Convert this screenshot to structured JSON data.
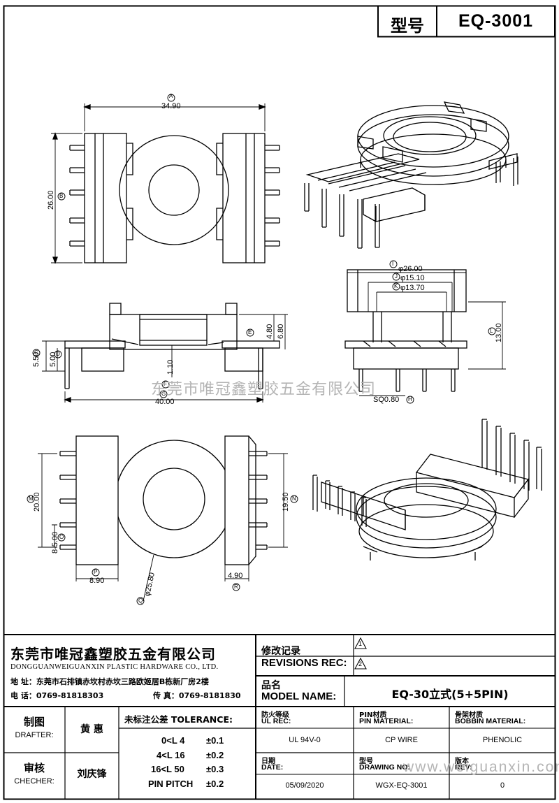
{
  "header": {
    "label_xinghao": "型号",
    "model_code": "EQ-3001"
  },
  "dimensions": {
    "A": "A",
    "v_A": "34.90",
    "B": "B",
    "v_B": "26.00",
    "C": "C",
    "v_C": "5.50",
    "D": "D",
    "v_D": "5.00",
    "E": "E",
    "v_E1": "4.80",
    "v_E2": "6.80",
    "F": "F",
    "v_F": "1.10",
    "G": "G",
    "v_G": "40.00",
    "H": "H",
    "v_H": "SQ0.80",
    "I": "I",
    "v_I": "φ26.00",
    "J": "J",
    "v_J": "φ15.10",
    "K": "K",
    "v_K": "φ13.70",
    "L": "L",
    "v_L": "13.00",
    "M": "M",
    "v_M": "20.00",
    "N": "N",
    "v_N": "19.50",
    "O": "O",
    "v_O": "8-5.00",
    "P": "P",
    "v_P": "8.90",
    "Q": "Q",
    "v_Q": "φ25.80",
    "R": "R",
    "v_R": "4.90"
  },
  "watermark": {
    "company": "东莞市唯冠鑫塑胶五金有限公司",
    "url": "www.weiguanxin.com"
  },
  "company": {
    "name_cn": "东莞市唯冠鑫塑胶五金有限公司",
    "name_en": "DONGGUANWEIGUANXIN PLASTIC HARDWARE CO., LTD.",
    "address": "地  址：东莞市石排镇赤坎村赤坎三路欧姬居B栋新厂房2楼",
    "phone": "电  话：0769-81818303",
    "fax": "传  真：0769-8181830"
  },
  "revisions": {
    "label_cn": "修改记录",
    "label_en": "REVISIONS REC:",
    "rev1": "1",
    "rev2": "2"
  },
  "model": {
    "label_cn": "品名",
    "label_en": "MODEL NAME:",
    "value": "EQ-30立式(5+5PIN)"
  },
  "drafter": {
    "label_cn": "制图",
    "label_en": "DRAFTER:",
    "name": "黄  惠"
  },
  "checker": {
    "label_cn": "审核",
    "label_en": "CHECHER:",
    "name": "刘庆锋"
  },
  "tolerance": {
    "label": "未标注公差 TOLERANCE:",
    "rows": [
      {
        "range": "0<L  4",
        "tol": "±0.1"
      },
      {
        "range": "4<L  16",
        "tol": "±0.2"
      },
      {
        "range": "16<L  50",
        "tol": "±0.3"
      },
      {
        "range": "PIN PITCH",
        "tol": "±0.2"
      }
    ]
  },
  "specs": {
    "ul_label_cn": "防火等级",
    "ul_label_en": "UL REC:",
    "ul_value": "UL 94V-0",
    "pin_label_cn": "PIN材质",
    "pin_label_en": "PIN MATERIAL:",
    "pin_value": "CP WIRE",
    "bob_label_cn": "骨架材质",
    "bob_label_en": "BOBBIN MATERIAL:",
    "bob_value": "PHENOLIC",
    "date_label_cn": "日期",
    "date_label_en": "DATE:",
    "date_value": "05/09/2020",
    "dwg_label_cn": "型号",
    "dwg_label_en": "DRAWING NO:",
    "dwg_value": "WGX-EQ-3001",
    "rev_label_cn": "版本",
    "rev_label_en": "REV:",
    "rev_value": "0"
  }
}
